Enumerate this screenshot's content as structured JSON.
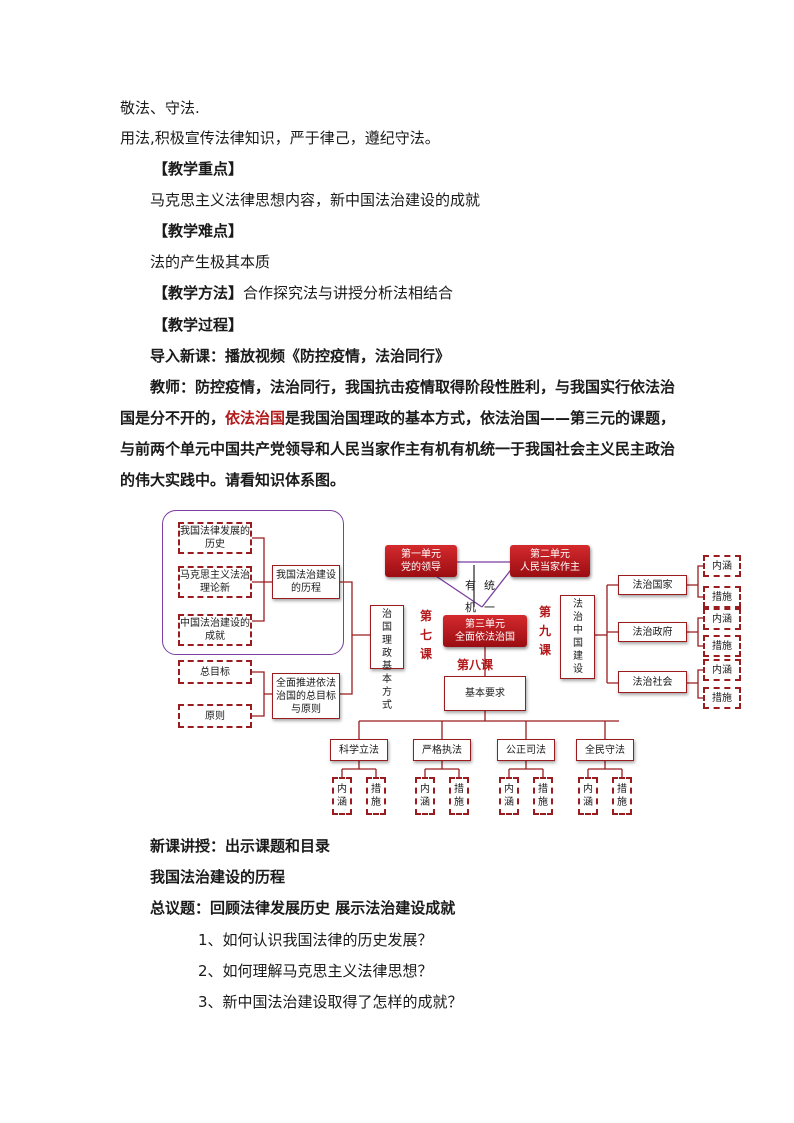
{
  "text": {
    "l1": "敬法、守法.",
    "l2": "用法,积极宣传法律知识，严于律己，遵纪守法。",
    "key_h": "【教学重点】",
    "key_c": "马克思主义法律思想内容，新中国法治建设的成就",
    "diff_h": "【教学难点】",
    "diff_c": "法的产生极其本质",
    "method_h": "【教学方法】",
    "method_c": "合作探究法与讲授分析法相结合",
    "process_h": "【教学过程】",
    "intro": "导入新课：播放视频《防控疫情，法治同行》",
    "teacher_a": "教师：防控疫情，法治同行，我国抗击疫情取得阶段性胜利，与我国实行依法治国是分不开的，",
    "teacher_red": "依法治国",
    "teacher_b": "是我国治国理政的基本方式，依法治国——第三元的课题，与前两个单元中国共产党领导和人民当家作主有机有机统一于我国社会主义民主政治的伟大实践中。请看知识体系图。",
    "new_lesson": "新课讲授：出示课题和目录",
    "topic": "我国法治建设的历程",
    "general": "总议题：回顾法律发展历史 展示法治建设成就",
    "q1": "1、如何认识我国法律的历史发展？",
    "q2": "2、如何理解马克思主义法律思想？",
    "q3": "3、新中国法治建设取得了怎样的成就？"
  },
  "diagram": {
    "hist1": "我国法律发展的历史",
    "hist2": "马克思主义法治理论新",
    "hist3": "中国法治建设的成就",
    "course": "我国法治建设的历程",
    "goal": "总目标",
    "principle": "原则",
    "goal_center": "全面推进依法治国的总目标与原则",
    "unit1_a": "第一单元",
    "unit1_b": "党的领导",
    "unit2_a": "第二单元",
    "unit2_b": "人民当家作主",
    "unit3_a": "第三单元",
    "unit3_b": "全面依法治国",
    "youji": "有机",
    "tongyi": "统一",
    "lesson7": "第七课",
    "lesson8": "第八课",
    "lesson9": "第九课",
    "basic_mode": "治国理政基本方式",
    "rule_china": "法治中国建设",
    "basic_req": "基本要求",
    "state": "法治国家",
    "gov": "法治政府",
    "society": "法治社会",
    "neihan": "内涵",
    "cuoshi": "措施",
    "req1": "科学立法",
    "req2": "严格执法",
    "req3": "公正司法",
    "req4": "全民守法"
  },
  "colors": {
    "accent": "#b3191a",
    "purple": "#7b3fa0"
  }
}
